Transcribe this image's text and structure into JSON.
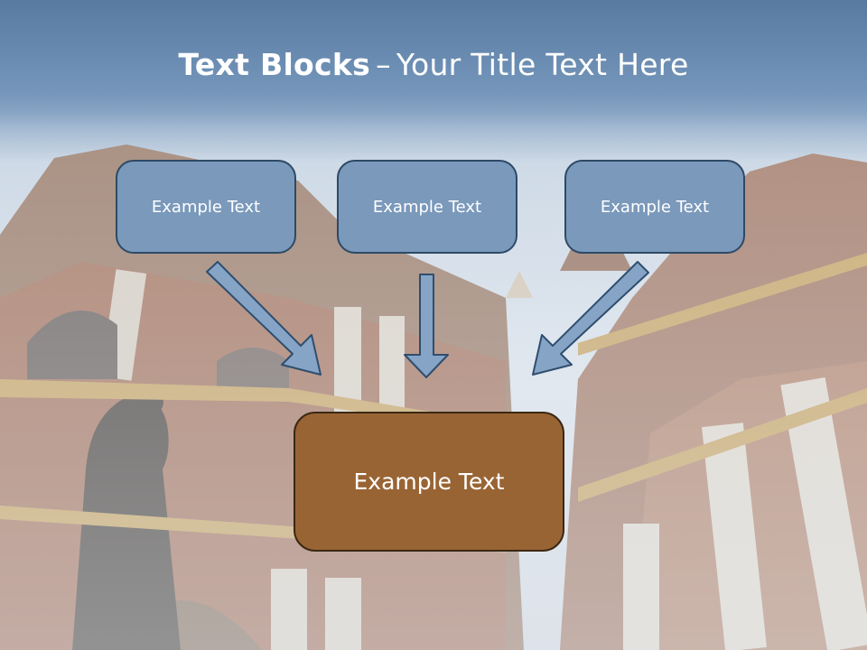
{
  "title": {
    "bold": "Text Blocks",
    "separator": "–",
    "rest": "Your Title Text Here"
  },
  "blocks": [
    {
      "label": "Example Text"
    },
    {
      "label": "Example Text"
    },
    {
      "label": "Example Text"
    }
  ],
  "target_block": {
    "label": "Example Text"
  },
  "colors": {
    "header_blue": "#6d8fb5",
    "small_block_fill": "#7a99bb",
    "small_block_border": "#2d4a66",
    "big_block_fill": "#996434",
    "big_block_border": "#3a2814",
    "arrow_fill": "#86a5c6"
  }
}
